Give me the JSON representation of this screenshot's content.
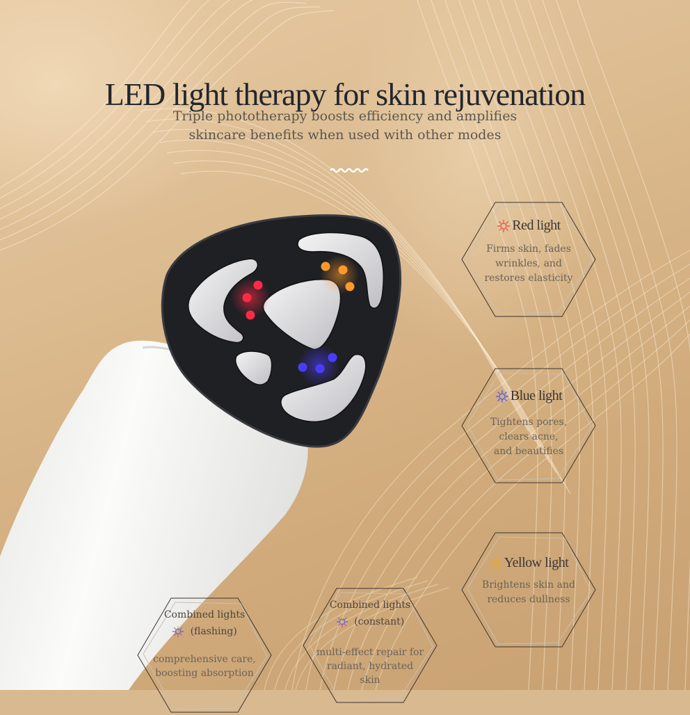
{
  "header": {
    "title": "LED light therapy for skin rejuvenation",
    "subtitle_lines": [
      "Triple phototherapy boosts efficiency and amplifies",
      "skincare benefits when used with other modes"
    ]
  },
  "modes": [
    {
      "id": "red",
      "name": "Red light",
      "icon": "sun-icon",
      "icon_color": "#e8584a",
      "description_lines": [
        "Firms skin, fades",
        "wrinkles, and",
        "restores elasticity"
      ]
    },
    {
      "id": "blue",
      "name": "Blue light",
      "icon": "sun-icon",
      "icon_color": "#5e5fd8",
      "description_lines": [
        "Tightens pores,",
        "clears acne,",
        "and beautifies"
      ]
    },
    {
      "id": "yellow",
      "name": "Yellow light",
      "icon": "sun-icon",
      "icon_color": "#e7a928",
      "description_lines": [
        "Brightens skin and",
        "reduces dullness"
      ]
    },
    {
      "id": "combined-flashing",
      "name": "Combined lights",
      "mode_label": "(flashing)",
      "icon": "multicolor-sun-icon",
      "description_lines": [
        "comprehensive care,",
        "boosting absorption"
      ]
    },
    {
      "id": "combined-constant",
      "name": "Combined lights",
      "mode_label": "(constant)",
      "icon": "multicolor-sun-icon",
      "description_lines": [
        "multi-effect repair for",
        "radiant, hydrated",
        "skin"
      ]
    }
  ],
  "device": {
    "led_colors": {
      "red": "#ff2a45",
      "orange": "#ff9a2a",
      "blue": "#4a3cff"
    },
    "head_color": "#1f2024",
    "body_color": "#f2f2f0"
  },
  "colors": {
    "background": "#d9b98f",
    "title": "#23262c",
    "text": "#5b5650"
  }
}
